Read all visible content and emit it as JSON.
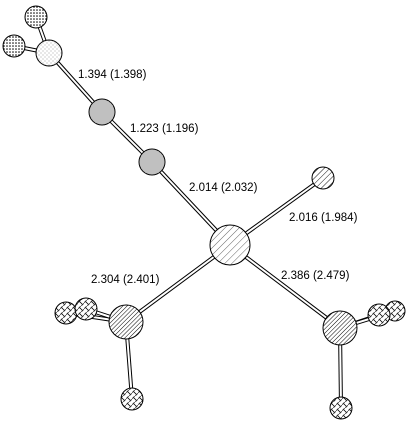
{
  "labels": {
    "l1": "1.394 (1.398)",
    "l2": "1.223 (1.196)",
    "l3": "2.014 (2.032)",
    "l4": "2.016 (1.984)",
    "l5": "2.304 (2.401)",
    "l6": "2.386 (2.479)"
  }
}
